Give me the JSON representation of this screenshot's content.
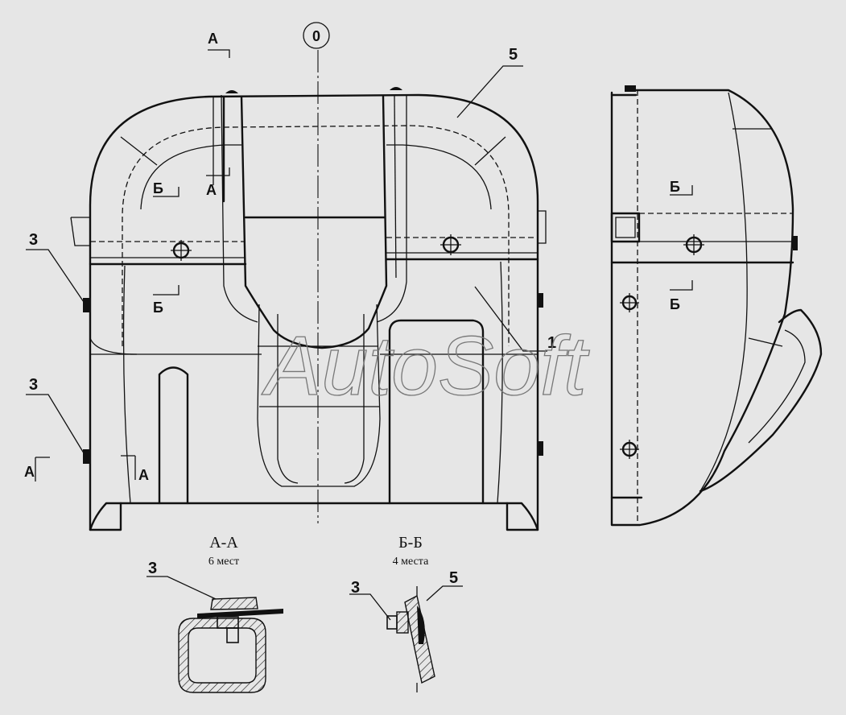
{
  "watermark": "AutoSoft",
  "axis_label": "0",
  "callouts": {
    "left_upper": "3",
    "left_lower": "3",
    "top_right": "5",
    "right_body": "1"
  },
  "section_markers": {
    "a_top": "А",
    "a_mid": "А",
    "a_left": "А",
    "a_right": "А",
    "b_left_upper": "Б",
    "b_left_lower": "Б",
    "b_side_upper": "Б",
    "b_side_lower": "Б"
  },
  "section_aa": {
    "title": "А-А",
    "note": "6 мест",
    "callout": "3"
  },
  "section_bb": {
    "title": "Б-Б",
    "note": "4 места",
    "callout_left": "3",
    "callout_right": "5"
  }
}
